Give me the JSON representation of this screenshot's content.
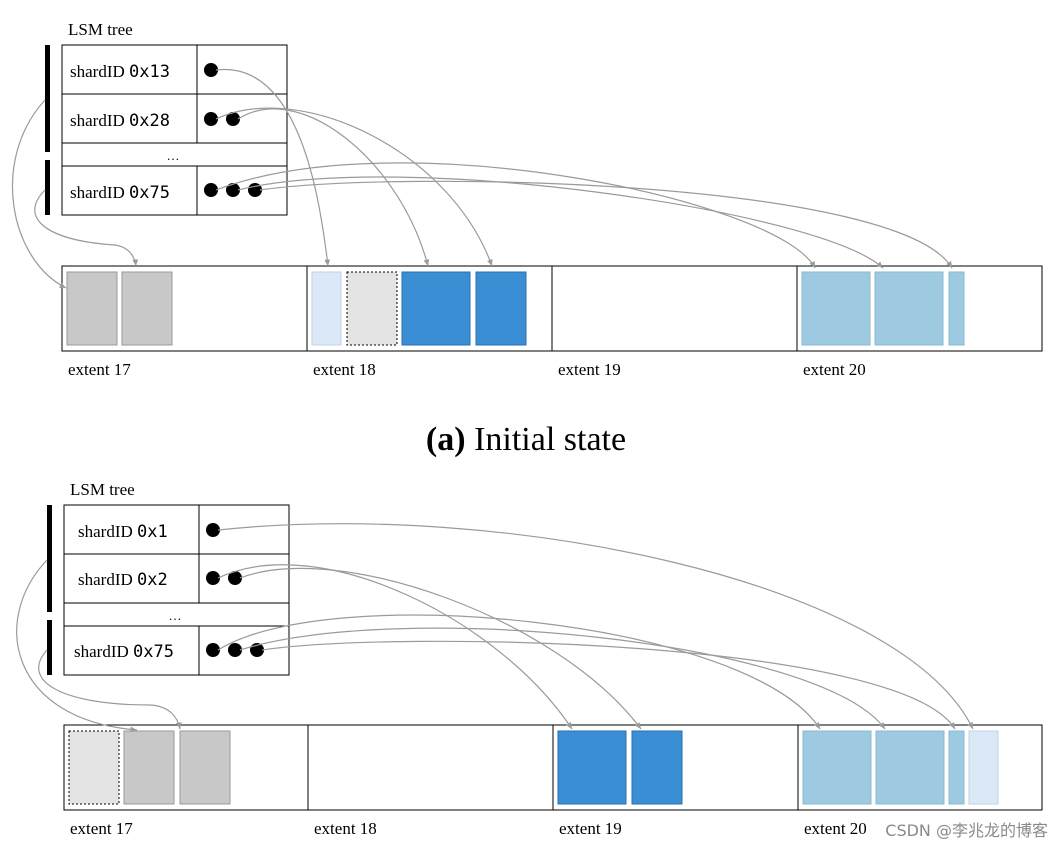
{
  "colors": {
    "line": "#000000",
    "arrow": "#9a9a9a",
    "gray_block": "#c8c8c8",
    "gray_block_border": "#9a9a9a",
    "freed_gray": "#e4e4e4",
    "dark_blue": "#3a8fd4",
    "dark_blue_border": "#2a72b0",
    "light_blue": "#9ecae1",
    "light_blue_border": "#8ab9d2",
    "pale_blue": "#dbe8f5",
    "pale_blue_border": "#bcd3ea"
  },
  "panel_a": {
    "tree_label": "LSM tree",
    "rows": [
      {
        "prefix": "shardID ",
        "id": "0x13",
        "pointers": 1
      },
      {
        "prefix": "shardID ",
        "id": "0x28",
        "pointers": 2
      },
      {
        "ellipsis": "…"
      },
      {
        "prefix": "shardID ",
        "id": "0x75",
        "pointers": 3
      }
    ],
    "extents": [
      "extent 17",
      "extent 18",
      "extent 19",
      "extent 20"
    ],
    "caption_bold": "(a)",
    "caption_text": " Initial state"
  },
  "panel_b": {
    "tree_label": "LSM tree",
    "rows": [
      {
        "prefix": "shardID ",
        "id": "0x1",
        "pointers": 1
      },
      {
        "prefix": "shardID ",
        "id": "0x2",
        "pointers": 2
      },
      {
        "ellipsis": "…"
      },
      {
        "prefix": "shardID ",
        "id": "0x75",
        "pointers": 3
      }
    ],
    "extents": [
      "extent 17",
      "extent 18",
      "extent 19",
      "extent 20"
    ]
  },
  "watermark": "CSDN @李兆龙的博客"
}
